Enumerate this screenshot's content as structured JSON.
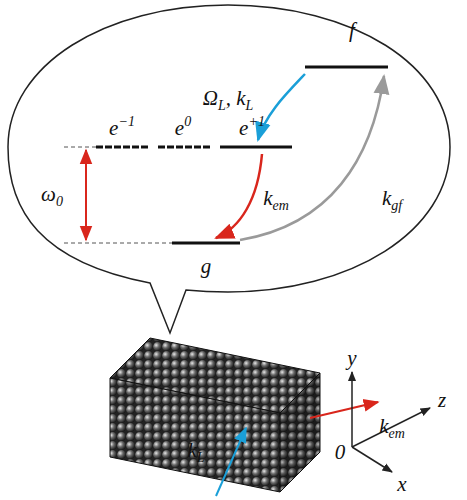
{
  "diagram": {
    "labels": [
      "f",
      "e−1",
      "e0",
      "e+1",
      "ω0",
      "ΩL, kL",
      "kem",
      "kgf",
      "g",
      "kem",
      "kL",
      "y",
      "z",
      "x",
      "0"
    ]
  }
}
